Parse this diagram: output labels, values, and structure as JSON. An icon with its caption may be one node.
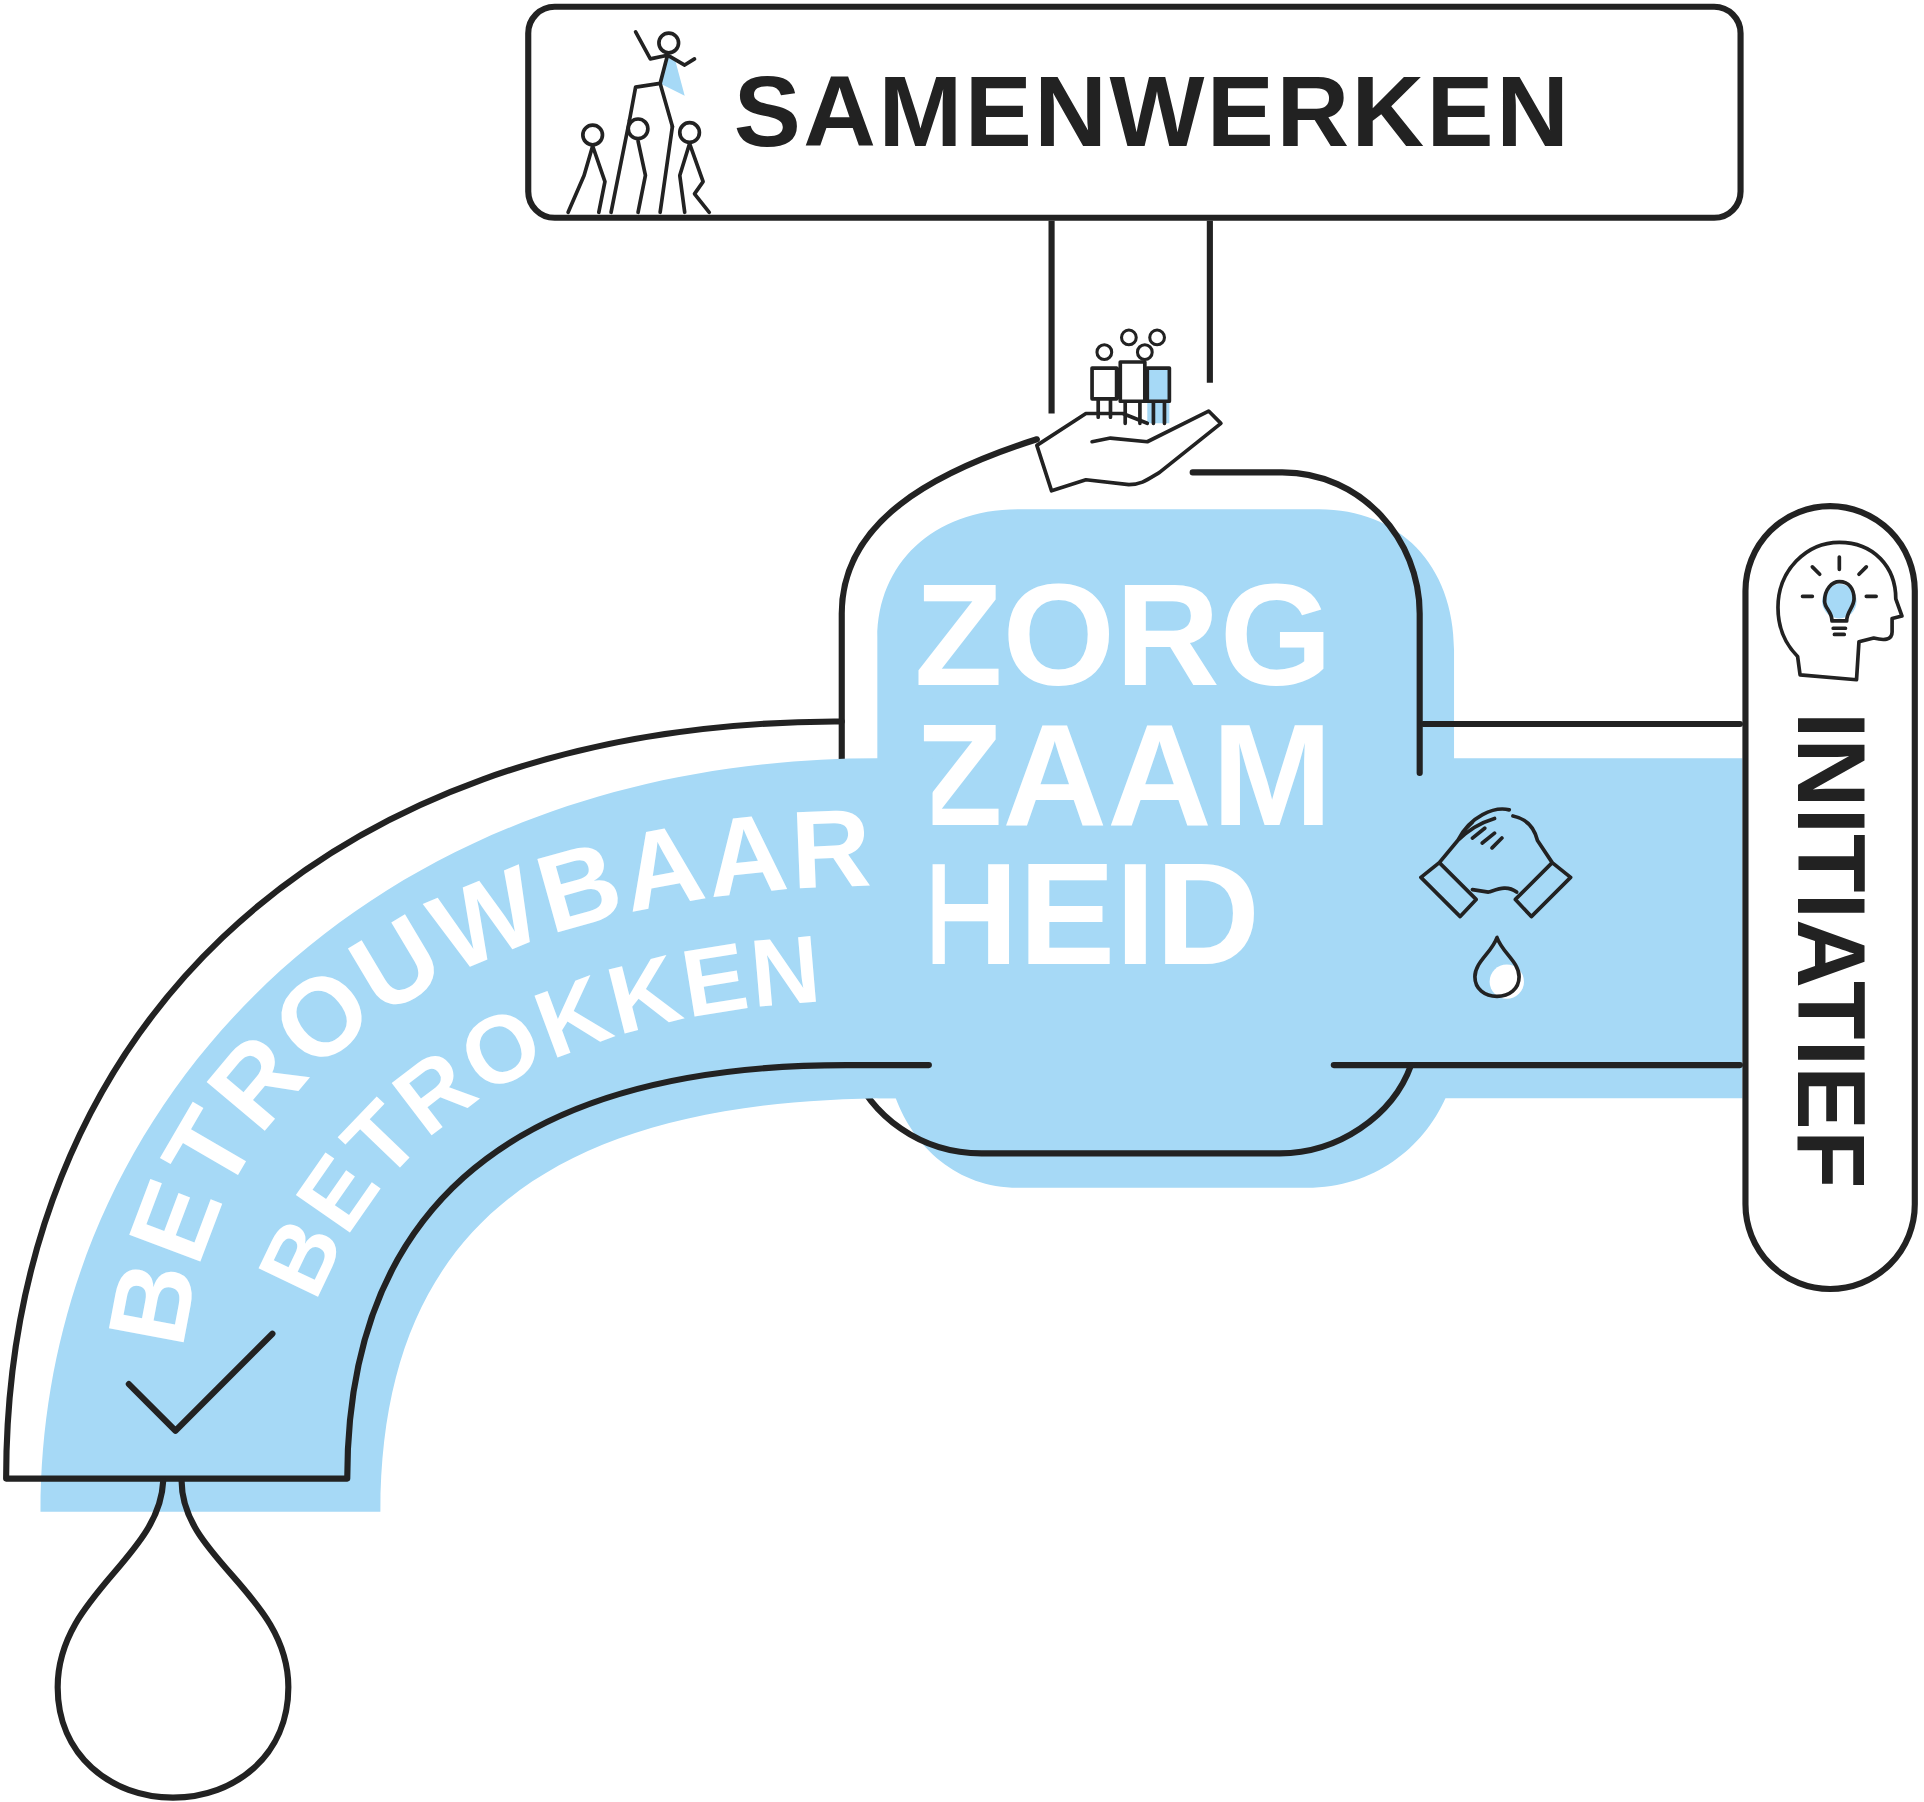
{
  "diagram": {
    "nodes": [
      {
        "text": [
          "SAMENWERKEN"
        ]
      },
      {
        "text": [
          "ZORG ZAAM HEID"
        ]
      },
      {
        "text": [
          "BETROUWBAAR",
          "BETROKKEN"
        ]
      },
      {
        "text": [
          "INITIATIEF"
        ]
      }
    ],
    "edges": [
      {
        "from": 0,
        "to": 1,
        "arrow": "none"
      },
      {
        "from": 0,
        "to": 1,
        "arrow": "none"
      }
    ]
  }
}
